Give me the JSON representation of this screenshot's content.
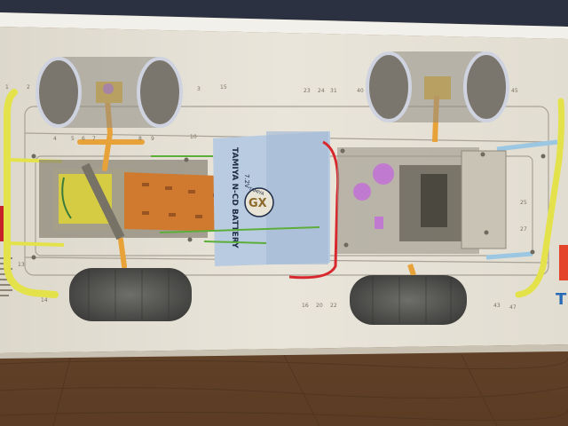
{
  "photo": {
    "subject": "kit box side print",
    "battery_label": "TAMIYA N-CD BATTERY",
    "battery_voltage": "7.2V",
    "motor_badge": "GX",
    "badge_text": "TAMIYA",
    "side_text": "T",
    "part_numbers": [
      "1",
      "2",
      "3",
      "4",
      "5",
      "6",
      "7",
      "8",
      "9",
      "10",
      "13",
      "14",
      "15",
      "16",
      "20",
      "22",
      "23",
      "24",
      "25",
      "27",
      "31",
      "40",
      "43",
      "45",
      "47"
    ],
    "colors": {
      "wood": "#6b4a2e",
      "box_face": "#e6e1d6",
      "bumper": "#e4e24a",
      "battery": "#b9cbe0",
      "motor_plate": "#cf7a2f",
      "tires": "#5a5a58",
      "accent_purple": "#c07ad0",
      "box_edge": "#e3442a"
    }
  }
}
